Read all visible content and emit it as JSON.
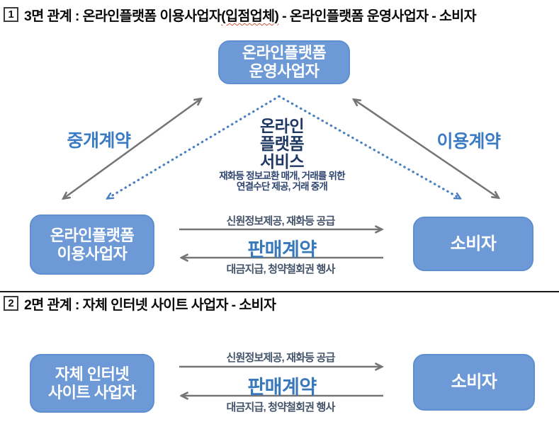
{
  "colors": {
    "box_fill": "#6D9AD6",
    "box_border": "#5E8FD0",
    "box_text": "#FFFFFF",
    "contract_label_blue": "#3A7BC4",
    "service_navy": "#1F3864",
    "arrow_gray": "#757575",
    "dotted_arrow_blue": "#4A7FC1",
    "flow_label_navy": "#44546A"
  },
  "section1": {
    "number": "1",
    "title_prefix": "3면 관계 : 온라인플랫폼 이용사업자",
    "title_marked": "(입점업체)",
    "title_suffix": " - 온라인플랫폼 운영사업자 - 소비자",
    "platform_operator_box": {
      "line1": "온라인플랫폼",
      "line2": "운영사업자"
    },
    "platform_user_box": {
      "line1": "온라인플랫폼",
      "line2": "이용사업자"
    },
    "consumer_box": "소비자",
    "mediation_contract_label": "중개계약",
    "use_contract_label": "이용계약",
    "service": {
      "line1": "온라인",
      "line2": "플랫폼",
      "line3": "서비스",
      "desc_line1": "재화등 정보교환 매개, 거래를 위한",
      "desc_line2": "연결수단 제공, 거래 중개"
    },
    "supply_label": "신원정보제공, 재화등 공급",
    "sale_contract_label": "판매계약",
    "payment_label": "대금지급, 청약철회권 행사"
  },
  "section2": {
    "number": "2",
    "title": "2면 관계 : 자체 인터넷 사이트 사업자 - 소비자",
    "site_operator_box": {
      "line1": "자체 인터넷",
      "line2": "사이트 사업자"
    },
    "consumer_box": "소비자",
    "supply_label": "신원정보제공, 재화등 공급",
    "sale_contract_label": "판매계약",
    "payment_label": "대금지급, 청약철회권 행사"
  }
}
